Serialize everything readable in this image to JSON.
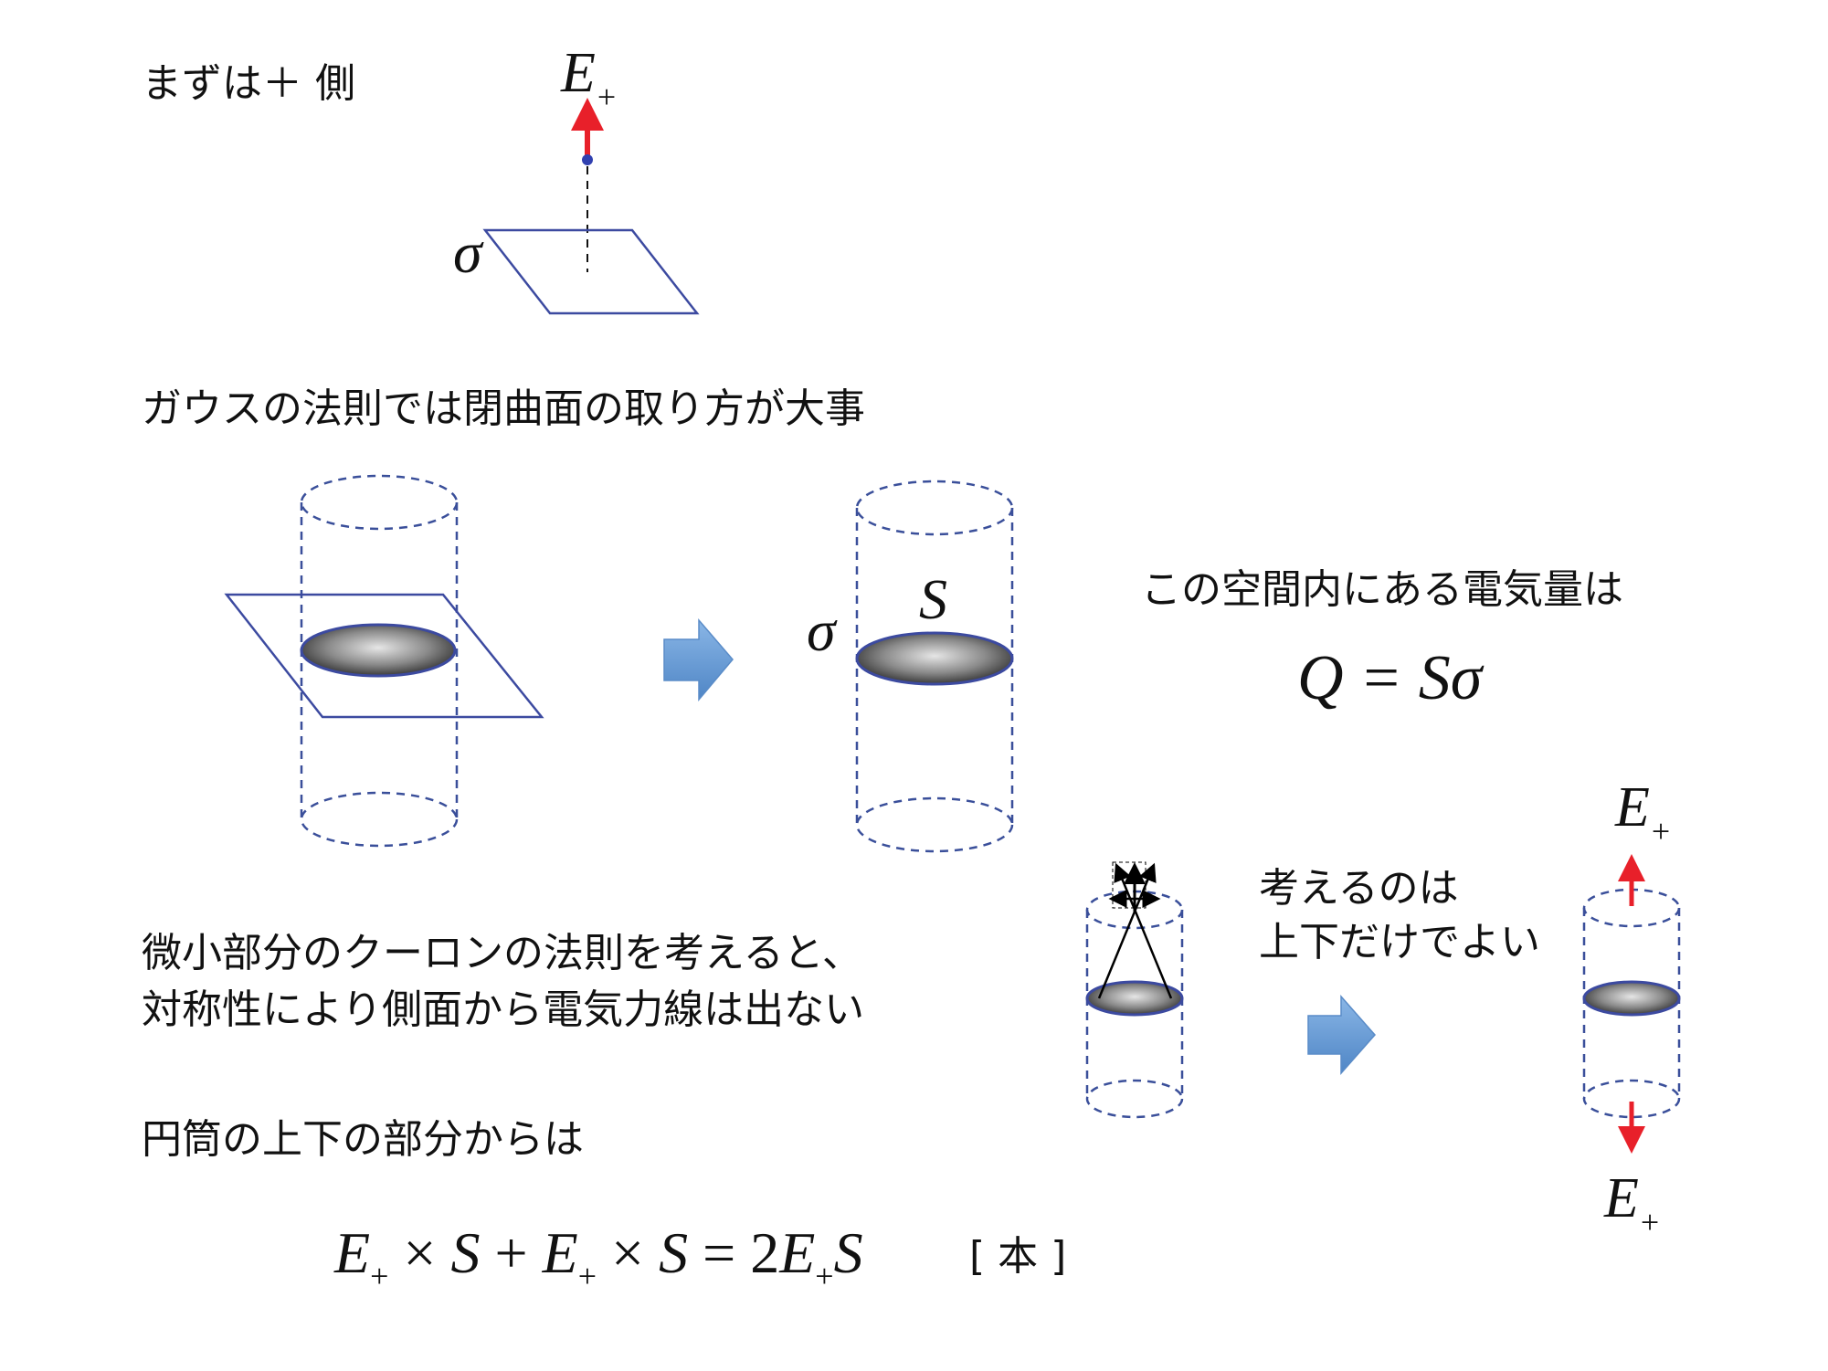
{
  "section1": {
    "heading": "まずは＋ 側",
    "field_label": "E",
    "field_sub": "+",
    "charge_density": "σ"
  },
  "section2": {
    "heading": "ガウスの法則では閉曲面の取り方が大事",
    "sigma": "σ",
    "area": "S"
  },
  "charge": {
    "text": "この空間内にある電気量は",
    "formula": "Q = Sσ"
  },
  "section3": {
    "line1": "微小部分のクーロンの法則を考えると、",
    "line2": "対称性により側面から電気力線は出ない",
    "note_line1": "考えるのは",
    "note_line2": "上下だけでよい",
    "field_top": "E",
    "field_top_sub": "+",
    "field_bottom": "E",
    "field_bottom_sub": "+"
  },
  "section4": {
    "heading": "円筒の上下の部分からは",
    "formula": {
      "e": "E",
      "sub": "+",
      "times": " × ",
      "s": "S",
      "plus": " + ",
      "eq": " = ",
      "two": "2"
    },
    "unit": "[ 本 ]"
  },
  "colors": {
    "arrow_red": "#e8202a",
    "plane_blue": "#3c4aa0",
    "block_arrow": "#6a9fd8"
  }
}
